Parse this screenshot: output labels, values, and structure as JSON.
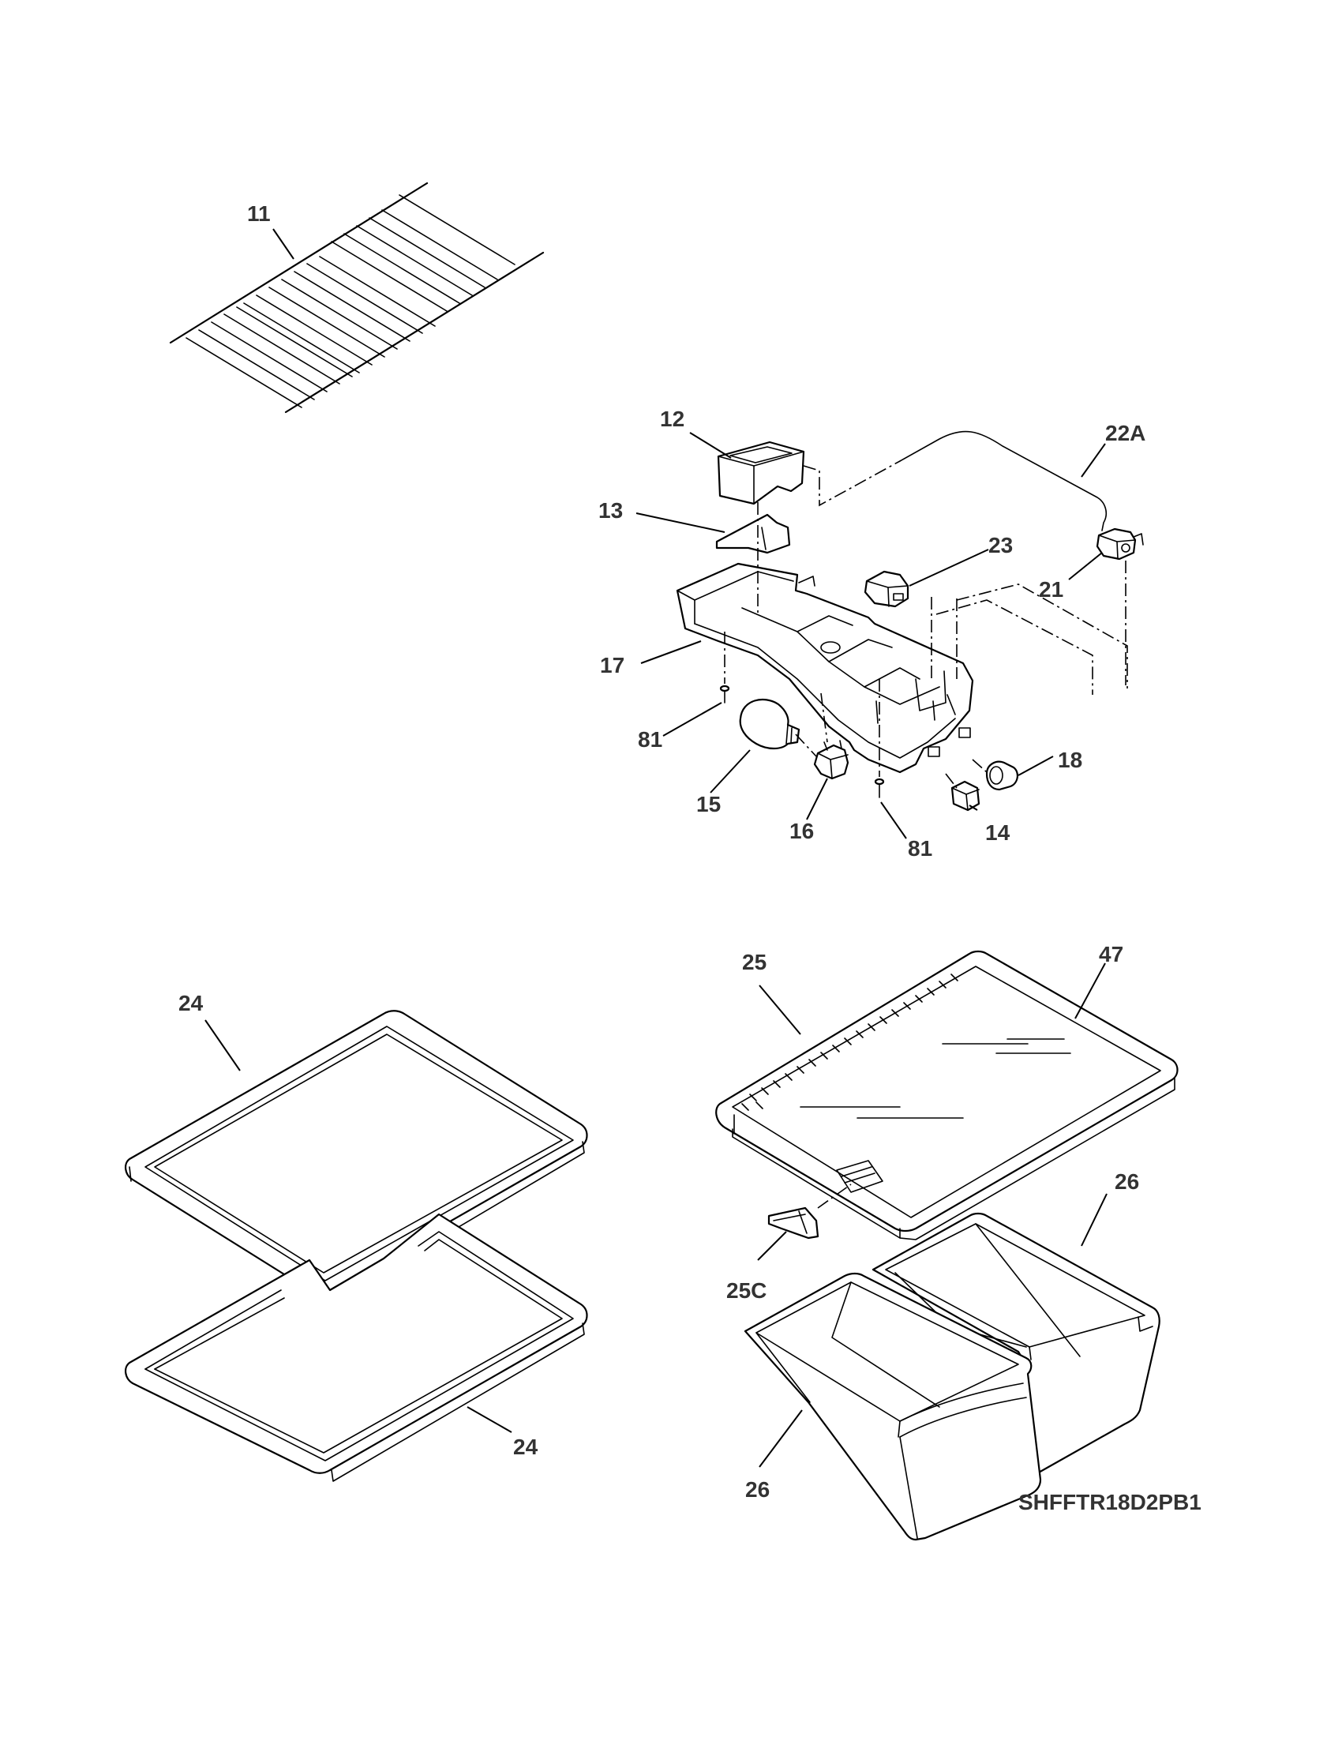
{
  "labels": {
    "p11": "11",
    "p12": "12",
    "p13": "13",
    "p17": "17",
    "p81a": "81",
    "p15": "15",
    "p16": "16",
    "p81b": "81",
    "p14": "14",
    "p18": "18",
    "p23": "23",
    "p21": "21",
    "p22a": "22A",
    "p24a": "24",
    "p24b": "24",
    "p25": "25",
    "p47": "47",
    "p25c": "25C",
    "p26a": "26",
    "p26b": "26"
  },
  "model_number": "SHFFTR18D2PB1"
}
